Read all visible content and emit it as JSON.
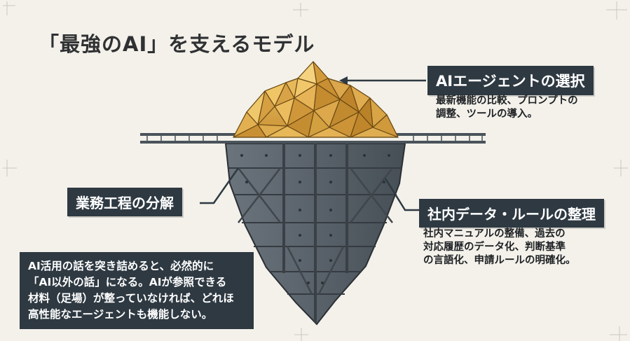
{
  "title": "「最強のAI」を支えるモデル",
  "labels": {
    "agent": {
      "heading": "AIエージェントの選択",
      "desc_lines": [
        "最新機能の比較、プロンプトの",
        "調整、ツールの導入。"
      ]
    },
    "process": {
      "heading": "業務工程の分解"
    },
    "data": {
      "heading": "社内データ・ルールの整理",
      "desc_lines": [
        "社内マニュアルの整備、過去の",
        "対応履歴のデータ化、判断基準",
        "の言語化、申請ルールの明確化。"
      ]
    }
  },
  "note": {
    "lines": [
      "AI活用の話を突き詰めると、必然的に",
      "「AI以外の話」になる。AIが参照できる",
      "材料（足場）が整っていなければ、どれほ",
      "高性能なエージェントも機能しない。"
    ]
  },
  "colors": {
    "background": "#f3f1ea",
    "label_bg": "#2e3942",
    "gold": "#d9a748",
    "steel": "#5a636c"
  }
}
